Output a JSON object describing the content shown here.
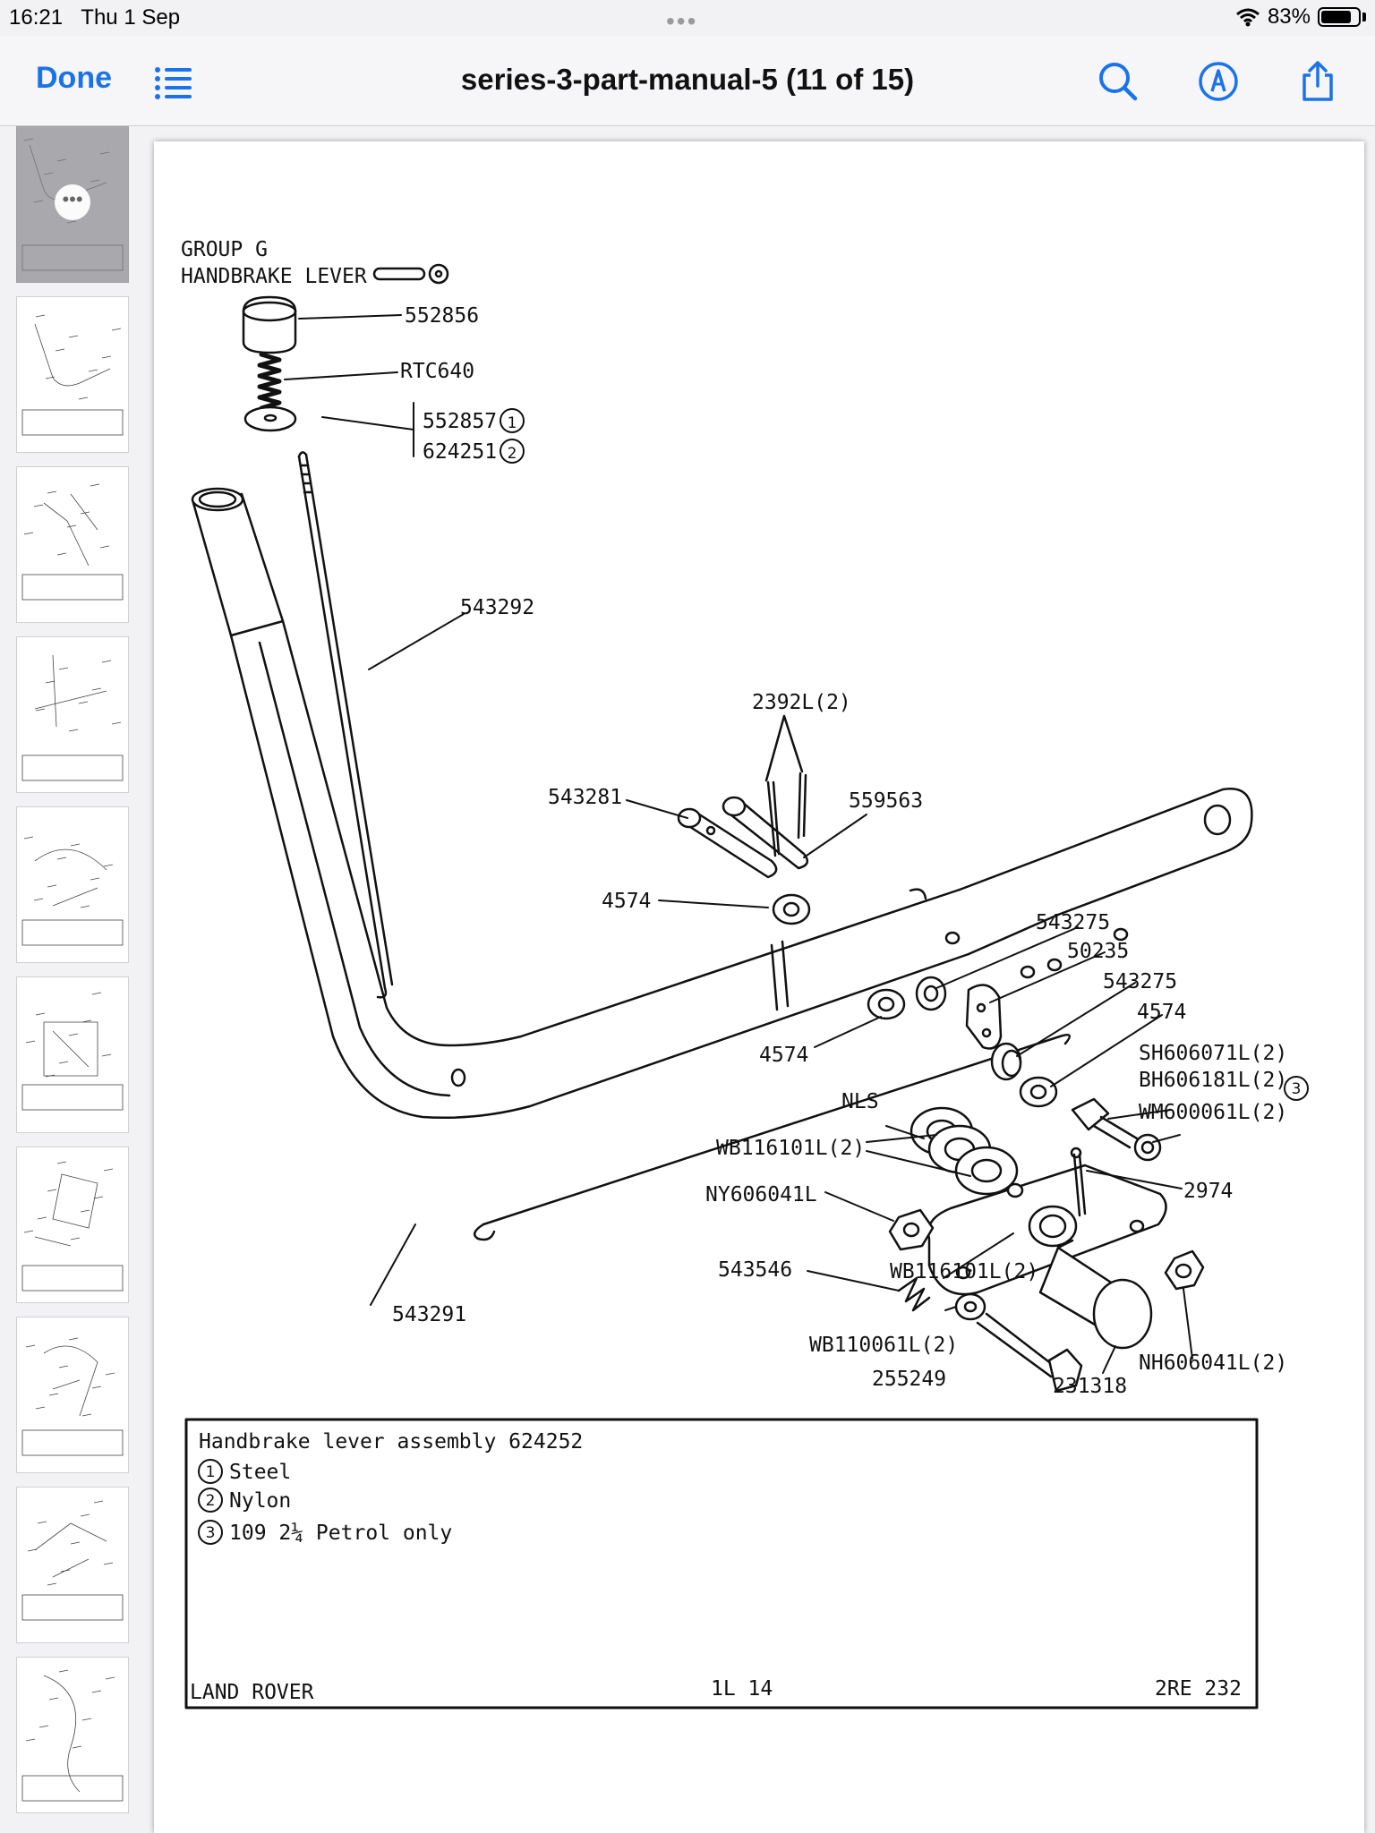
{
  "status_bar": {
    "time": "16:21",
    "date": "Thu 1 Sep",
    "battery": "83%",
    "battery_level": 0.83
  },
  "nav": {
    "done_label": "Done",
    "title": "series-3-part-manual-5 (11 of 15)"
  },
  "icons": {
    "list": "list-icon",
    "search": "search-icon",
    "markup": "markup-pen-icon",
    "share": "share-icon",
    "more": "more-icon",
    "wifi": "wifi-icon",
    "battery": "battery-icon"
  },
  "thumbnails": {
    "count": 10,
    "selected_index": 0
  },
  "diagram": {
    "group": "GROUP G",
    "heading": "HANDBRAKE LEVER",
    "labels": {
      "p552856": "552856",
      "rtc640": "RTC640",
      "p552857": "552857",
      "p624251": "624251",
      "p543292": "543292",
      "p2392l": "2392L(2)",
      "p543281": "543281",
      "p559563": "559563",
      "p4574a": "4574",
      "p543275a": "543275",
      "p50235": "50235",
      "p543275b": "543275",
      "p4574b": "4574",
      "p4574c": "4574",
      "sh606071l": "SH606071L(2)",
      "bh606181l": "BH606181L(2)",
      "wm600061l": "WM600061L(2)",
      "nls": "NLS",
      "wb116101la": "WB116101L(2)",
      "ny606041l": "NY606041L",
      "p2974": "2974",
      "p543546": "543546",
      "wb116101lb": "WB116101L(2)",
      "wb110061l": "WB110061L(2)",
      "p255249": "255249",
      "p231318": "231318",
      "nh606041l": "NH606041L(2)",
      "p543291": "543291"
    },
    "circled": {
      "one": "1",
      "two": "2",
      "three": "3"
    },
    "notes": {
      "assembly": "Handbrake lever assembly 624252",
      "steel": "Steel",
      "nylon": "Nylon",
      "petrol": "109 2¼ Petrol only"
    },
    "footer": {
      "left": "LAND ROVER",
      "center": "1L 14",
      "right": "2RE 232"
    }
  }
}
